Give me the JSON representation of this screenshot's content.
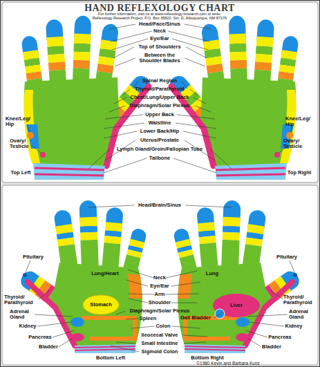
{
  "diagram": {
    "title": "HAND REFLEXOLOGY CHART",
    "labels": [
      "For further information, visit us at www.reflexology-research.com or write:",
      "Reflexology Research Project, P.O. Box 35820, Stn. D, Albuquerque, NM 87176",
      "Head/Face/Sinus",
      "Neck",
      "Eye/Ear",
      "Top of Shoulders",
      "Between the Shoulder Blades",
      "Spinal Region",
      "Thyroid/Parathyroid",
      "Chest/Lung/Upper Back",
      "Diaphragm/Solar Plexus",
      "Upper Back",
      "Waistline",
      "Lower Back/Hip",
      "Uterus/Prostate",
      "Lymph Gland/Groin/Fallopian Tube",
      "Tailbone",
      "Knee/Leg/ Hip",
      "Ovary/ Testicle",
      "Top Left",
      "Knee/Leg/ Hip",
      "Ovary/ Testicle",
      "Top Right",
      "Head/Brain/Sinus",
      "Pituitary",
      "Pituitary",
      "Lung/Heart",
      "Lung",
      "Neck",
      "Eye/Ear",
      "Arm",
      "Shoulder",
      "Stomach",
      "Diaphragm/Solar Plexus",
      "Liver",
      "Spleen",
      "Gall Bladder",
      "Colon",
      "Ileocecal Valve",
      "Small Intestine",
      "Sigmoid Colon",
      "Thyroid/ Parathyroid",
      "Adrenal Gland",
      "Kidney",
      "Pancreas",
      "Bladder",
      "Bottom Left",
      "Thyroid/ Parathyroid",
      "Adrenal Gland",
      "Kidney",
      "Pancreas",
      "Bladder",
      "Bottom Right",
      "©1980 Kevin and Barbara Kunz"
    ]
  }
}
